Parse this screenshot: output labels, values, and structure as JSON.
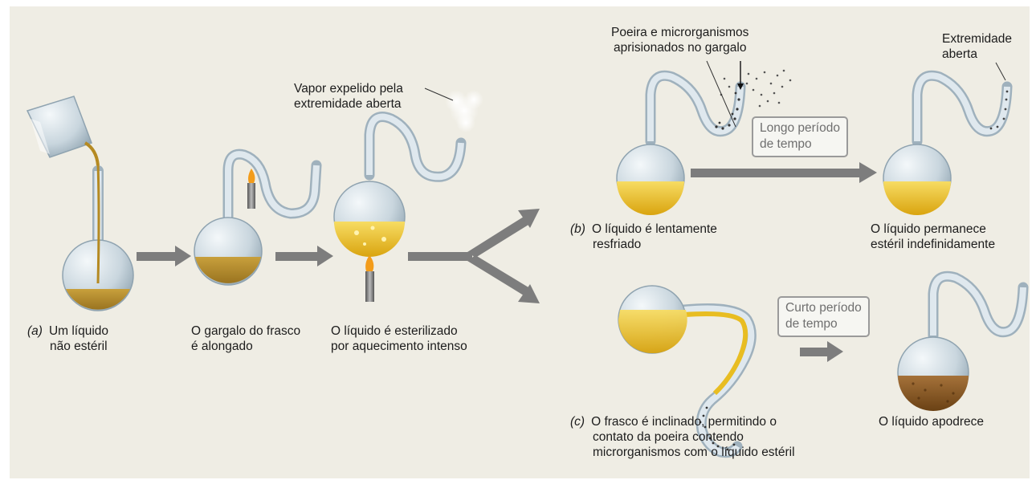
{
  "step_a": {
    "tag": "(a)",
    "line1": "Um líquido",
    "line2": "não estéril"
  },
  "step_neck": {
    "line1": "O gargalo do frasco",
    "line2": "é alongado"
  },
  "step_heat": {
    "line1": "O líquido é esterilizado",
    "line2": "por aquecimento intenso"
  },
  "vapor_label": {
    "line1": "Vapor expelido pela",
    "line2": "extremidade aberta"
  },
  "dust_label": {
    "line1": "Poeira e microrganismos",
    "line2": "aprisionados no gargalo"
  },
  "open_end_label": {
    "line1": "Extremidade",
    "line2": "aberta"
  },
  "long_period": {
    "line1": "Longo período",
    "line2": "de tempo"
  },
  "step_b": {
    "tag": "(b)",
    "line1": "O líquido é lentamente",
    "line2": "resfriado"
  },
  "sterile_result": {
    "line1": "O líquido permanece",
    "line2": "estéril indefinidamente"
  },
  "short_period": {
    "line1": "Curto período",
    "line2": "de tempo"
  },
  "step_c": {
    "tag": "(c)",
    "line1": "O frasco é inclinado, permitindo o",
    "line2": "contato da poeira contendo",
    "line3": "microrganismos com o líquido estéril"
  },
  "spoiled_result": {
    "line1": "O líquido apodrece"
  },
  "colors": {
    "background": "#efede4",
    "glass": "#c9d6de",
    "liquid": "#e8bd22",
    "spoiled_liquid": "#8a5a22",
    "arrow": "#7d7d7d",
    "flame": "#f39c1a"
  }
}
